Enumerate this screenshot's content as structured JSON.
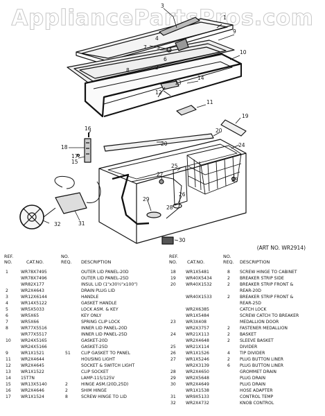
{
  "watermark": "AppliancePartsPros.com",
  "art_no": "(ART NO. WR2914)",
  "callouts": [
    "1",
    "2",
    "3",
    "4",
    "5",
    "6",
    "7",
    "8",
    "9",
    "10",
    "11",
    "12",
    "13",
    "14",
    "15",
    "16",
    "17",
    "18",
    "19",
    "20",
    "20",
    "21",
    "22",
    "23",
    "24",
    "25",
    "26",
    "27",
    "28",
    "29",
    "30",
    "31",
    "32"
  ],
  "headers": {
    "ref_no": [
      "REF.",
      "NO."
    ],
    "cat_no": "CAT.NO.",
    "no_req": [
      "NO.",
      "REQ."
    ],
    "description": "DESCRIPTION"
  },
  "left_rows": [
    {
      "ref": "1",
      "cat": "WR78X7495",
      "req": "",
      "desc": "OUTER LID PANEL-20D"
    },
    {
      "ref": "",
      "cat": "WR78X7496",
      "req": "",
      "desc": "OUTER LID PANEL-25D"
    },
    {
      "ref": "",
      "cat": "WR82X177",
      "req": "",
      "desc": "INSUL LID (1\"x30½\"x100\")"
    },
    {
      "ref": "2",
      "cat": "WR2X4643",
      "req": "",
      "desc": "DRAIN PLUG LID"
    },
    {
      "ref": "3",
      "cat": "WR12X6144",
      "req": "",
      "desc": "HANDLE"
    },
    {
      "ref": "4",
      "cat": "WR14X5122",
      "req": "",
      "desc": "GASKET HANDLE"
    },
    {
      "ref": "5",
      "cat": "WR5X5033",
      "req": "",
      "desc": "LOCK ASM. & KEY"
    },
    {
      "ref": "6",
      "cat": "WR5X65",
      "req": "",
      "desc": "KEY ONLY"
    },
    {
      "ref": "7",
      "cat": "WR5X66",
      "req": "",
      "desc": "SPRING CLIP LOCK"
    },
    {
      "ref": "8",
      "cat": "WR77X5516",
      "req": "",
      "desc": "INNER LID PANEL-20D"
    },
    {
      "ref": "",
      "cat": "WR77X5517",
      "req": "",
      "desc": "INNER LID PANEL-25D"
    },
    {
      "ref": "10",
      "cat": "WR24X5165",
      "req": "",
      "desc": "GASKET-20D"
    },
    {
      "ref": "",
      "cat": "WR24X5166",
      "req": "",
      "desc": "GASKET-25D"
    },
    {
      "ref": "9",
      "cat": "WR1X1521",
      "req": "51",
      "desc": "CLIP GASKET TO PANEL"
    },
    {
      "ref": "11",
      "cat": "WR2X4644",
      "req": "",
      "desc": "HOUSING LIGHT"
    },
    {
      "ref": "12",
      "cat": "WR2X4645",
      "req": "",
      "desc": "SOCKET & SWITCH LIGHT"
    },
    {
      "ref": "13",
      "cat": "WR1X1522",
      "req": "",
      "desc": "CLIP SOCKET"
    },
    {
      "ref": "14",
      "cat": "15T7N",
      "req": "",
      "desc": "LAMP-115/125V"
    },
    {
      "ref": "15",
      "cat": "WR13X5140",
      "req": "2",
      "desc": "HINGE ASM.(20D,25D)"
    },
    {
      "ref": "16",
      "cat": "WR2X4646",
      "req": "2",
      "desc": "SHIM HINGE"
    },
    {
      "ref": "17",
      "cat": "WR1X1524",
      "req": "8",
      "desc": "SCREW HINGE TO LID"
    }
  ],
  "right_rows": [
    {
      "ref": "18",
      "cat": "WR1X5481",
      "req": "8",
      "desc": "SCREW HINGE TO CABINET"
    },
    {
      "ref": "19",
      "cat": "WR40X5434",
      "req": "2",
      "desc": "BREAKER STRIP SIDE"
    },
    {
      "ref": "20",
      "cat": "WR40X1532",
      "req": "2",
      "desc": "BREAKER STRIP FRONT &"
    },
    {
      "ref": "",
      "cat": "",
      "req": "",
      "desc": "REAR-20D"
    },
    {
      "ref": "",
      "cat": "WR40X1533",
      "req": "2",
      "desc": "BREAKER STRIP FRONT &"
    },
    {
      "ref": "",
      "cat": "",
      "req": "",
      "desc": "REAR-25D"
    },
    {
      "ref": "",
      "cat": "WR2X6385",
      "req": "",
      "desc": "CATCH LOCK"
    },
    {
      "ref": "",
      "cat": "WR1X5484",
      "req": "",
      "desc": "SCREW CATCH TO BREAKER"
    },
    {
      "ref": "23",
      "cat": "WR3X408",
      "req": "",
      "desc": "MEDALLION DOOR"
    },
    {
      "ref": "",
      "cat": "WR2X3757",
      "req": "2",
      "desc": "FASTENER MEDALLION"
    },
    {
      "ref": "24",
      "cat": "WR21X113",
      "req": "2",
      "desc": "BASKET"
    },
    {
      "ref": "",
      "cat": "WR2X4648",
      "req": "2",
      "desc": "SLEEVE BASKET"
    },
    {
      "ref": "25",
      "cat": "WR21X114",
      "req": "",
      "desc": "DIVIDER"
    },
    {
      "ref": "26",
      "cat": "WR1X1526",
      "req": "4",
      "desc": "TIP DIVIDER"
    },
    {
      "ref": "27",
      "cat": "WR1X5246",
      "req": "2",
      "desc": "PLUG BUTTON LINER"
    },
    {
      "ref": "",
      "cat": "WR2X3139",
      "req": "6",
      "desc": "PLUG BUTTON LINER"
    },
    {
      "ref": "28",
      "cat": "WR2X4650",
      "req": "",
      "desc": "GROMMET DRAIN"
    },
    {
      "ref": "29",
      "cat": "WR2X5648",
      "req": "",
      "desc": "PLUG DRAIN"
    },
    {
      "ref": "30",
      "cat": "WR2X4649",
      "req": "",
      "desc": "PLUG DRAIN"
    },
    {
      "ref": "",
      "cat": "WR1X1538",
      "req": "",
      "desc": "HOSE ADAPTER"
    },
    {
      "ref": "31",
      "cat": "WR9X5133",
      "req": "",
      "desc": "CONTROL TEMP"
    },
    {
      "ref": "32",
      "cat": "WR2X4732",
      "req": "",
      "desc": "KNOB CONTROL"
    }
  ]
}
